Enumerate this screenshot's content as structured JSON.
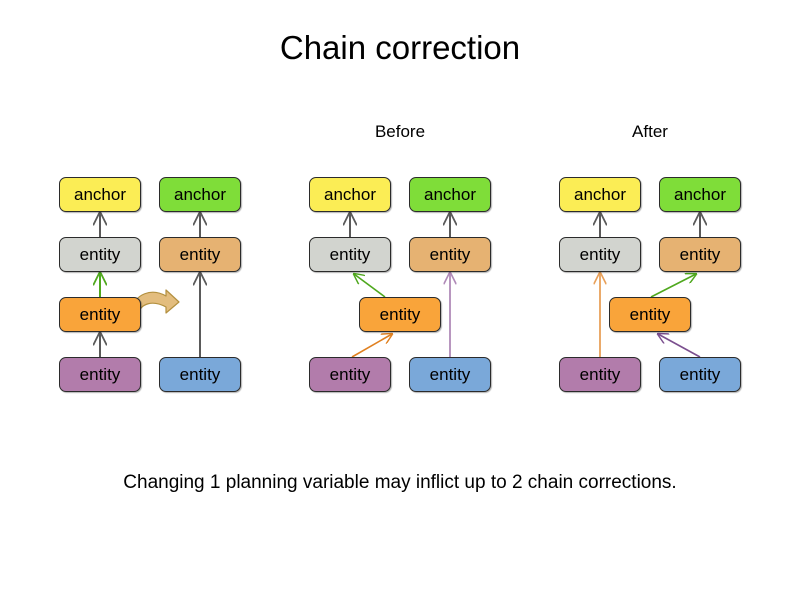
{
  "slide": {
    "title": "Chain correction",
    "footer_caption": "Changing 1 planning variable may inflict up to 2 chain corrections."
  },
  "captions": {
    "before": "Before",
    "after": "After"
  },
  "labels": {
    "anchor": "anchor",
    "entity": "entity"
  },
  "colors": {
    "anchor_yellow": "#fbed55",
    "anchor_green": "#7fdd39",
    "entity_grey": "#d2d4cf",
    "entity_tan": "#e6b272",
    "entity_orange": "#f9a43a",
    "entity_purple": "#b27cab",
    "entity_blue": "#7aa8d9",
    "edge_default": "#5a5a5a",
    "edge_green": "#4fa81e",
    "edge_orange": "#e08020",
    "edge_purple": "#7b4f8f",
    "edge_light_orange": "#e8a05a",
    "edge_light_purple": "#b08ab8",
    "move_arrow_fill": "#e3bd7e",
    "move_arrow_stroke": "#b3903f",
    "box_border": "#2b2b2b",
    "text": "#000000",
    "background": "#ffffff"
  },
  "panels": [
    {
      "id": "initial",
      "caption": "",
      "nodes": [
        {
          "name": "initial-anchor-left",
          "label": "anchor",
          "color": "anchor_yellow"
        },
        {
          "name": "initial-anchor-right",
          "label": "anchor",
          "color": "anchor_green"
        },
        {
          "name": "initial-entity-grey",
          "label": "entity",
          "color": "entity_grey"
        },
        {
          "name": "initial-entity-tan",
          "label": "entity",
          "color": "entity_tan"
        },
        {
          "name": "initial-entity-orange",
          "label": "entity",
          "color": "entity_orange"
        },
        {
          "name": "initial-entity-purple",
          "label": "entity",
          "color": "entity_purple"
        },
        {
          "name": "initial-entity-blue",
          "label": "entity",
          "color": "entity_blue"
        }
      ],
      "edges": [
        {
          "from": "entity-grey",
          "to": "anchor-yellow",
          "color": "edge_default"
        },
        {
          "from": "entity-tan",
          "to": "anchor-green",
          "color": "edge_default"
        },
        {
          "from": "entity-orange",
          "to": "entity-grey",
          "color": "edge_green"
        },
        {
          "from": "entity-purple",
          "to": "entity-orange",
          "color": "edge_default"
        },
        {
          "from": "entity-blue",
          "to": "entity-tan",
          "color": "edge_default"
        }
      ],
      "move_arrow": "curved-move-arrow"
    },
    {
      "id": "before",
      "caption": "Before",
      "nodes": [
        {
          "name": "before-anchor-left",
          "label": "anchor",
          "color": "anchor_yellow"
        },
        {
          "name": "before-anchor-right",
          "label": "anchor",
          "color": "anchor_green"
        },
        {
          "name": "before-entity-grey",
          "label": "entity",
          "color": "entity_grey"
        },
        {
          "name": "before-entity-tan",
          "label": "entity",
          "color": "entity_tan"
        },
        {
          "name": "before-entity-orange",
          "label": "entity",
          "color": "entity_orange"
        },
        {
          "name": "before-entity-purple",
          "label": "entity",
          "color": "entity_purple"
        },
        {
          "name": "before-entity-blue",
          "label": "entity",
          "color": "entity_blue"
        }
      ],
      "edges": [
        {
          "from": "entity-grey",
          "to": "anchor-yellow",
          "color": "edge_default"
        },
        {
          "from": "entity-tan",
          "to": "anchor-green",
          "color": "edge_default"
        },
        {
          "from": "entity-orange",
          "to": "entity-grey",
          "color": "edge_green"
        },
        {
          "from": "entity-purple",
          "to": "entity-orange",
          "color": "edge_orange"
        },
        {
          "from": "entity-blue",
          "to": "entity-tan",
          "color": "edge_light_purple"
        }
      ],
      "move_arrow": null
    },
    {
      "id": "after",
      "caption": "After",
      "nodes": [
        {
          "name": "after-anchor-left",
          "label": "anchor",
          "color": "anchor_yellow"
        },
        {
          "name": "after-anchor-right",
          "label": "anchor",
          "color": "anchor_green"
        },
        {
          "name": "after-entity-grey",
          "label": "entity",
          "color": "entity_grey"
        },
        {
          "name": "after-entity-tan",
          "label": "entity",
          "color": "entity_tan"
        },
        {
          "name": "after-entity-orange",
          "label": "entity",
          "color": "entity_orange"
        },
        {
          "name": "after-entity-purple",
          "label": "entity",
          "color": "entity_purple"
        },
        {
          "name": "after-entity-blue",
          "label": "entity",
          "color": "entity_blue"
        }
      ],
      "edges": [
        {
          "from": "entity-grey",
          "to": "anchor-yellow",
          "color": "edge_default"
        },
        {
          "from": "entity-tan",
          "to": "anchor-green",
          "color": "edge_default"
        },
        {
          "from": "entity-purple",
          "to": "entity-grey",
          "color": "edge_light_orange"
        },
        {
          "from": "entity-orange",
          "to": "entity-tan",
          "color": "edge_green"
        },
        {
          "from": "entity-blue",
          "to": "entity-orange",
          "color": "edge_purple"
        }
      ],
      "move_arrow": null
    }
  ]
}
